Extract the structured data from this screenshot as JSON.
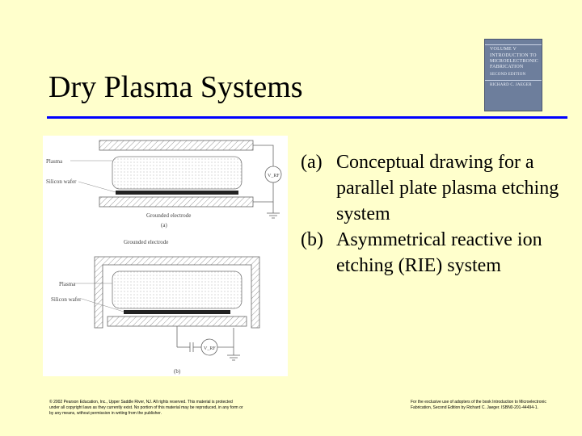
{
  "slide": {
    "title": "Dry Plasma Systems",
    "captions": [
      {
        "label": "(a)",
        "text": "Conceptual drawing for a parallel plate plasma etching system"
      },
      {
        "label": "(b)",
        "text": "Asymmetrical reactive ion etching (RIE) system"
      }
    ],
    "footer_left": "© 2002 Pearson Education, Inc., Upper Saddle River, NJ. All rights reserved. This material is protected under all copyright laws as they currently exist. No portion of this material may be reproduced, in any form or by any means, without permission in writing from the publisher.",
    "footer_right": "For the exclusive use of adopters of the book Introduction to Microelectronic Fabrication, Second Edition by Richard C. Jaeger. ISBN0-201-44494-1.",
    "colors": {
      "background": "#ffffcc",
      "rule": "#0000ff"
    }
  },
  "book_cover": {
    "lines": [
      "VOLUME V",
      "INTRODUCTION TO",
      "MICROELECTRONIC",
      "FABRICATION",
      "SECOND EDITION",
      "RICHARD C. JAEGER"
    ]
  },
  "figure": {
    "a": {
      "plasma_label": "Plasma",
      "wafer_label": "Silicon wafer",
      "electrode_label": "Grounded electrode",
      "source_label": "V_RF",
      "panel_label": "(a)"
    },
    "b": {
      "electrode_label": "Grounded electrode",
      "plasma_label": "Plasma",
      "wafer_label": "Silicon wafer",
      "source_label": "V_RF",
      "panel_label": "(b)"
    }
  }
}
